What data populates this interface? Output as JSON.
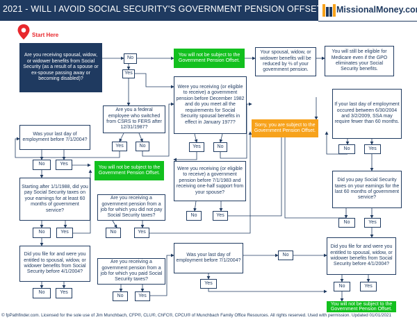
{
  "header": {
    "title": "2021 - WILL I AVOID SOCIAL SECURITY'S GOVERNMENT PENSION OFFSET?",
    "logo_main": "MissionalMoney",
    "logo_tld": ".com",
    "logo_mark": "M",
    "bg_color": "#1f3a60"
  },
  "start": {
    "label": "Start Here",
    "icon": "map-pin-icon"
  },
  "boxes": {
    "q_spousal": "Are you receiving spousal, widow, or widower benefits from Social Security (as a result of a spouse or ex-spouse passing away or becoming disabled)?",
    "no1": "No",
    "yes1": "Yes",
    "r_not_subject_top": "You will not be subject to the Government Pension Offset.",
    "r_reduced": "Your spousal, widow, or widower benefits will be reduced by ⅔ of your government pension.",
    "r_medicare": "You will still be eligible for Medicare even if the GPO eliminates your Social Security benefits.",
    "q_dec1982": "Were you receiving (or eligible to receive) a government pension before December 1982 and do you meet all the requirements for Social Security spousal benefits in effect in January 1977?",
    "q_csrs": "Are you a federal employee who switched from CSRS to FERS after 12/31/1987?",
    "yes_csrs": "Yes",
    "no_csrs": "No",
    "yes_dec": "Yes",
    "no_dec": "No",
    "q_last_day_2004": "Was your last day of employment before 7/1/2004?",
    "no_ld": "No",
    "yes_ld": "Yes",
    "r_not_subject_mid": "You will not be subject to the Government Pension Offset.",
    "r_sorry": "Sorry, you are subject to the Government Pension Offset.",
    "q_last_day_range": "If your last day of employment occured between 6/30/2004 and 3/2/2009, SSA may require fewer than 60 months.",
    "no_range": "No",
    "yes_range": "Yes",
    "q_1983": "Were you receiving (or eligible to receive) a government pension before 7/1/1983 and receiving one-half support from your spouse?",
    "no_1983": "No",
    "yes_1983": "Yes",
    "q_60months_a": "Starting after 1/1/1988, did you pay Social Security taxes on your earnings for at least 60 months of government service?",
    "no_60a": "No",
    "yes_60a": "Yes",
    "q_nopay": "Are you receiving a government pension from a job for which you did not pay Social Security taxes?",
    "no_nopay": "No",
    "yes_nopay": "Yes",
    "q_60months_b": "Did you pay Social Security taxes on your earnings for the last 60 months of government service?",
    "no_60b": "No",
    "yes_60b": "Yes",
    "q_filed_a": "Did you file for and were you entitled to spousal, widow, or widower benefits from Social Security before 4/1/2004?",
    "no_fa": "No",
    "yes_fa": "Yes",
    "q_paid": "Are you receiving a government pension from a job for which you paid Social Security taxes?",
    "no_paid": "No",
    "yes_paid": "Yes",
    "q_last_day_b": "Was your last day of employment before 7/1/2004?",
    "no_ldb": "No",
    "yes_ldb": "Yes",
    "q_filed_b": "Did you file for and were you entitled to spousal, widow, or widower benefits from Social Security before 4/1/2004?",
    "no_fb": "No",
    "yes_fb": "Yes",
    "r_not_subject_bottom": "You will not be subject to the Government Pension Offset."
  },
  "colors": {
    "navy": "#1f3a60",
    "green": "#12c01e",
    "orange": "#f7a21b",
    "red": "#e8282d"
  },
  "footer": "© fpPathfinder.com. Licensed for the sole use of Jim Munchbach, CFP®, CLU®, ChFC®, CPCU® of Munchbach Family Office Resources. All rights reserved. Used with permission. Updated 01/01/2021"
}
